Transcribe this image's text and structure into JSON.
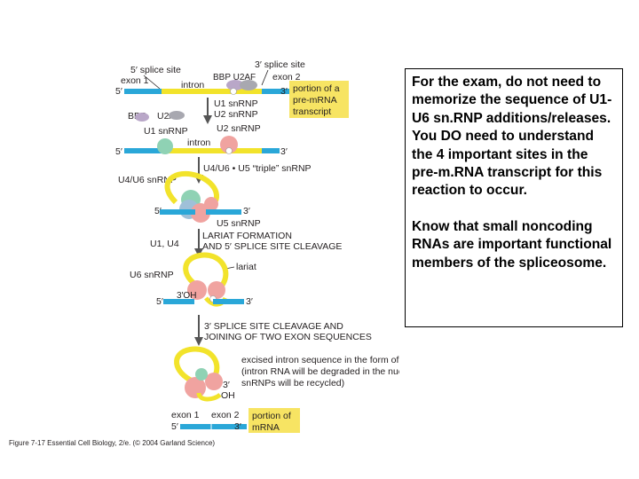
{
  "diagram": {
    "stage1": {
      "splice5": "5′ splice site",
      "splice3": "3′ splice site",
      "bbp_u2af": "BBP U2AF",
      "exon1": "exon 1",
      "exon2": "exon 2",
      "intron": "intron",
      "five": "5′",
      "three": "3′",
      "premrna_label": [
        "portion of a",
        "pre-mRNA",
        "transcript"
      ]
    },
    "step1": {
      "u1": "U1 snRNP",
      "u2": "U2 snRNP"
    },
    "stage2": {
      "bbp": "BBP",
      "u2af": "U2AF",
      "u1": "U1 snRNP",
      "u2": "U2 snRNP",
      "intron": "intron",
      "five": "5′",
      "three": "3′"
    },
    "step2": {
      "text": "U4/U6 • U5 “triple” snRNP"
    },
    "stage3": {
      "u4u6": "U4/U6 snRNP",
      "u5": "U5 snRNP",
      "five": "5′",
      "three": "3′"
    },
    "step3": {
      "left": "U1, U4",
      "line1": "LARIAT FORMATION",
      "line2": "AND 5′ SPLICE SITE CLEAVAGE"
    },
    "stage4": {
      "u6": "U6 snRNP",
      "lariat": "lariat",
      "oh3": "3′OH",
      "five": "5′",
      "three": "3′"
    },
    "step4": {
      "line1": "3′ SPLICE SITE CLEAVAGE AND",
      "line2": "JOINING OF TWO EXON SEQUENCES"
    },
    "stage5": {
      "excised": [
        "excised intron sequence in the form of a lariat",
        "(intron RNA will be degraded in the nucleus;",
        "snRNPs will be recycled)"
      ],
      "oh3": "3′",
      "oh": "OH",
      "exon1": "exon 1",
      "exon2": "exon 2",
      "five": "5′",
      "three": "3′",
      "mrna_label": [
        "portion of",
        "mRNA"
      ]
    },
    "caption": "Figure 7-17  Essential Cell Biology, 2/e. (© 2004 Garland Science)"
  },
  "note": {
    "paragraph1": "For the exam, do not need to memorize the sequence of U1-U6 sn.RNP additions/releases. You DO need to understand the 4 important sites in the pre-m.RNA transcript for this reaction to occur.",
    "paragraph2": "Know that small noncoding RNAs are important functional members of the spliceosome."
  },
  "colors": {
    "exon": "#2aa7d8",
    "intron": "#f2e32b",
    "snrnp_pink": "#f0a3a0",
    "snrnp_green": "#8fd2b4",
    "label_box": "#f7e463",
    "arrow": "#555555"
  }
}
